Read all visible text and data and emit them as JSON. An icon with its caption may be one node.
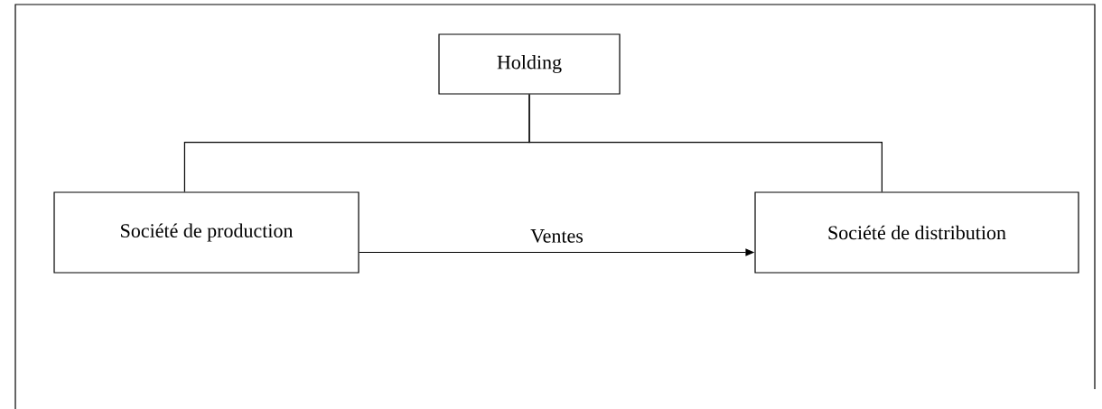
{
  "diagram": {
    "nodes": [
      {
        "text": [
          "Holding"
        ]
      },
      {
        "text": [
          "Société de production"
        ]
      },
      {
        "text": [
          "Société de distribution"
        ]
      }
    ],
    "edges": [
      {
        "from": 0,
        "to": 1,
        "arrow": "none"
      },
      {
        "from": 0,
        "to": 2,
        "arrow": "none"
      },
      {
        "from": 1,
        "to": 2,
        "arrow": "to",
        "label": "Ventes"
      }
    ]
  }
}
